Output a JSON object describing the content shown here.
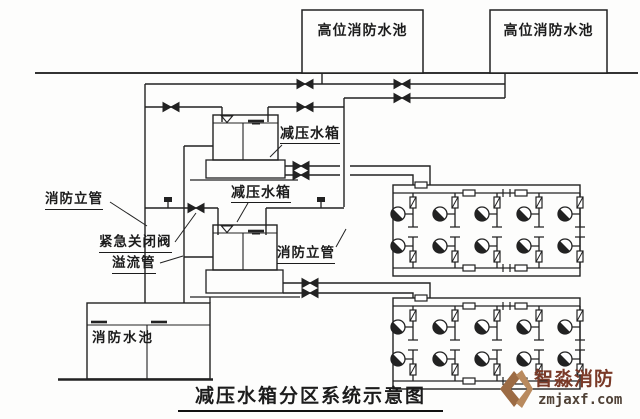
{
  "diagram": {
    "title": "减压水箱分区系统示意图",
    "labels": {
      "high_pool_1": "高位消防水池",
      "high_pool_2": "高位消防水池",
      "reducing_tank_1": "减压水箱",
      "reducing_tank_2": "减压水箱",
      "standpipe_left": "消防立管",
      "standpipe_mid": "消防立管",
      "emergency_valve": "紧急关闭阀",
      "overflow_pipe": "溢流管",
      "fire_pool": "消防水池"
    },
    "watermark": {
      "brand": "智淼消防",
      "site": "zmjaxf.com",
      "brand_color": "#7a3a28",
      "logo_color": "#a5764f"
    },
    "colors": {
      "line": "#222222",
      "background": "#fdfdfc"
    }
  }
}
